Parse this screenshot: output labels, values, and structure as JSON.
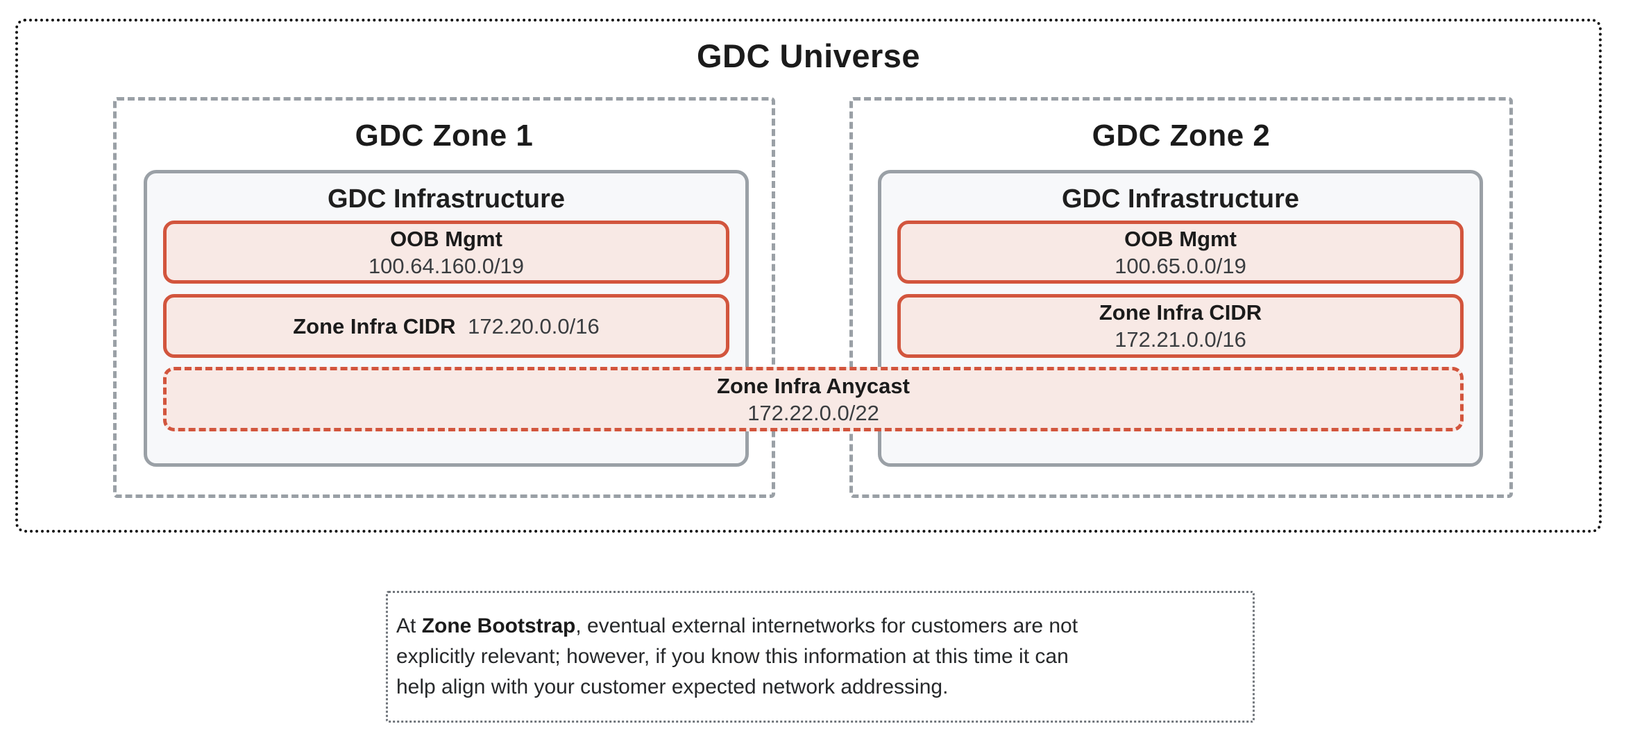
{
  "universe": {
    "title": "GDC Universe",
    "zones": [
      {
        "title": "GDC Zone 1",
        "infrastructure": {
          "title": "GDC Infrastructure",
          "oob_mgmt": {
            "label": "OOB Mgmt",
            "cidr": "100.64.160.0/19"
          },
          "zone_infra_cidr": {
            "label": "Zone Infra CIDR",
            "cidr": "172.20.0.0/16"
          }
        }
      },
      {
        "title": "GDC Zone 2",
        "infrastructure": {
          "title": "GDC Infrastructure",
          "oob_mgmt": {
            "label": "OOB Mgmt",
            "cidr": "100.65.0.0/19"
          },
          "zone_infra_cidr": {
            "label": "Zone Infra CIDR",
            "cidr": "172.21.0.0/16"
          }
        }
      }
    ],
    "zone_infra_anycast": {
      "label": "Zone Infra Anycast",
      "cidr": "172.22.0.0/22"
    }
  },
  "note": {
    "line1_prefix": "At ",
    "line1_bold": "Zone Bootstrap",
    "line1_rest": ", eventual external internetworks for customers are not",
    "line2": "explicitly relevant; however, if you know this information at this time it can",
    "line3": "help align with your customer expected network addressing."
  },
  "colors": {
    "outer_border": "#141414",
    "zone_border": "#9aa0a6",
    "infra_fill": "#f7f8fa",
    "red_border": "#d2553d",
    "red_fill": "#f8e9e5",
    "note_border": "#6f747a",
    "text_primary": "#1b1b1b",
    "text_secondary": "#3a3d40"
  }
}
